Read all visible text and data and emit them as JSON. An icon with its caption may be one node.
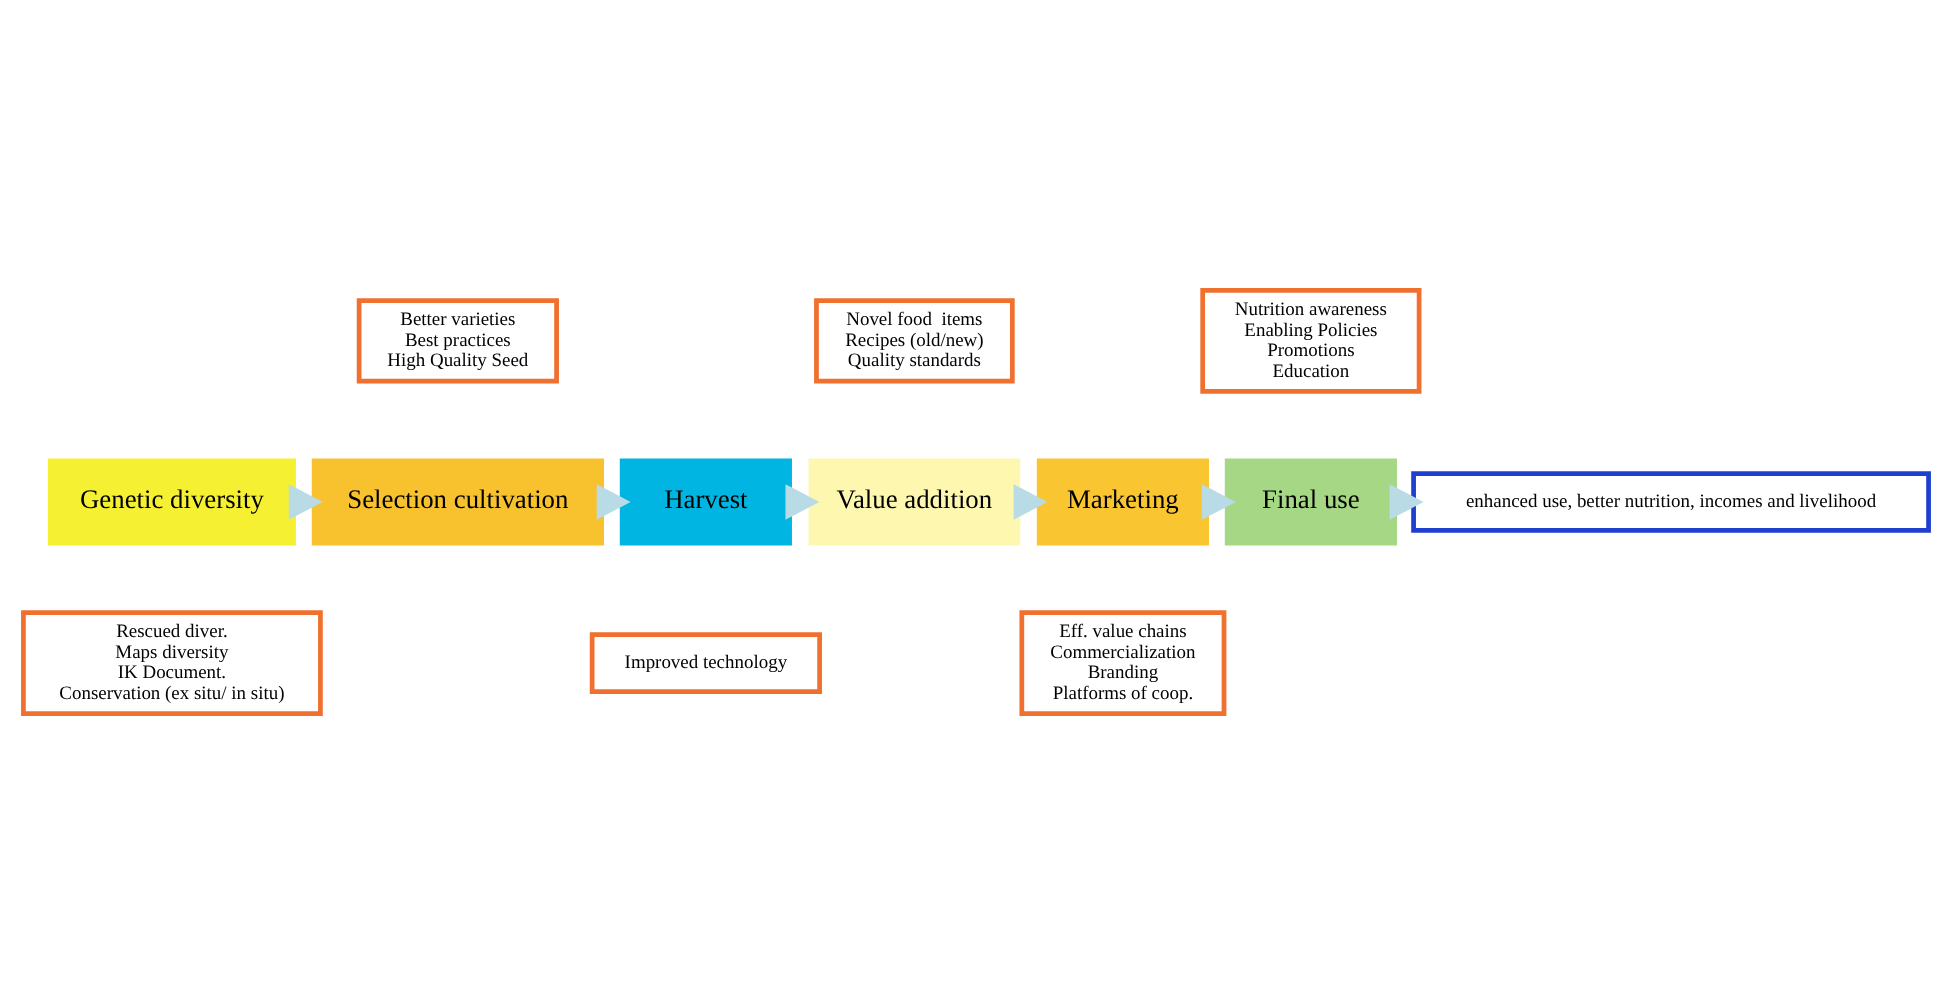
{
  "diagram": {
    "nodes": [
      {
        "text": [
          "Genetic diversity"
        ]
      },
      {
        "text": [
          "Selection cultivation"
        ]
      },
      {
        "text": [
          "Harvest"
        ]
      },
      {
        "text": [
          "Value addition"
        ]
      },
      {
        "text": [
          "Marketing"
        ]
      },
      {
        "text": [
          "Final use"
        ]
      },
      {
        "text": [
          "enhanced use, better nutrition, incomes and livelihood"
        ]
      },
      {
        "text": [
          "Rescued diver.",
          "Maps diversity",
          "IK Document.",
          "Conservation (ex situ/ in situ)"
        ]
      },
      {
        "text": [
          "Better varieties",
          "Best practices",
          "High Quality Seed"
        ]
      },
      {
        "text": [
          "Improved technology"
        ]
      },
      {
        "text": [
          "Novel food  items",
          "Recipes (old/new)",
          "Quality standards"
        ]
      },
      {
        "text": [
          "Eff. value chains",
          "Commercialization",
          "Branding",
          "Platforms of coop."
        ]
      },
      {
        "text": [
          "Nutrition awareness",
          "Enabling Policies",
          "Promotions",
          "Education"
        ]
      }
    ],
    "edges": [
      {
        "from": 0,
        "to": 1,
        "arrow": "to"
      },
      {
        "from": 1,
        "to": 2,
        "arrow": "to"
      },
      {
        "from": 2,
        "to": 3,
        "arrow": "to"
      },
      {
        "from": 3,
        "to": 4,
        "arrow": "to"
      },
      {
        "from": 4,
        "to": 5,
        "arrow": "to"
      },
      {
        "from": 5,
        "to": 6,
        "arrow": "to"
      }
    ]
  }
}
